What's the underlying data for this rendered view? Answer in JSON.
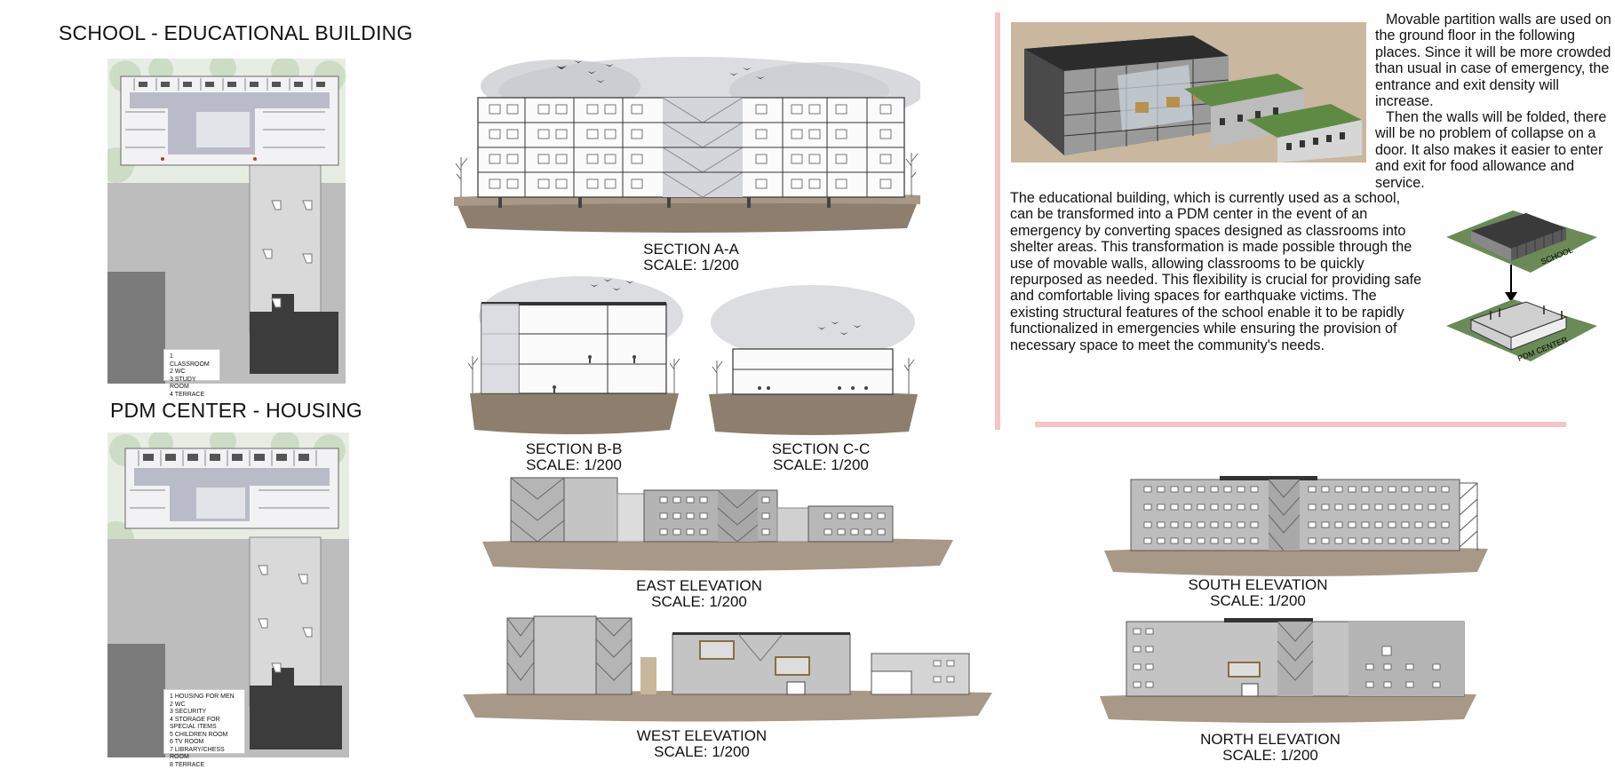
{
  "titles": {
    "school": "SCHOOL - EDUCATIONAL BUILDING",
    "pdm": "PDM CENTER - HOUSING"
  },
  "legends": {
    "school": [
      "1  CLASSROOM",
      "2  WC",
      "3  STUDY ROOM",
      "4  TERRACE"
    ],
    "pdm": [
      "1  HOUSING FOR MEN",
      "2  WC",
      "3  SECURITY",
      "4  STORAGE FOR SPECIAL ITEMS",
      "5  CHILDREN ROOM",
      "6  TV ROOM",
      "7  LIBRARY/CHESS ROOM",
      "8  TERRACE"
    ]
  },
  "sections": {
    "aa": {
      "name": "SECTION A-A",
      "scale": "SCALE: 1/200"
    },
    "bb": {
      "name": "SECTION B-B",
      "scale": "SCALE: 1/200"
    },
    "cc": {
      "name": "SECTION C-C",
      "scale": "SCALE: 1/200"
    }
  },
  "elevations": {
    "east": {
      "name": "EAST ELEVATION",
      "scale": "SCALE: 1/200"
    },
    "west": {
      "name": "WEST ELEVATION",
      "scale": "SCALE: 1/200"
    },
    "south": {
      "name": "SOUTH ELEVATION",
      "scale": "SCALE: 1/200"
    },
    "north": {
      "name": "NORTH ELEVATION",
      "scale": "SCALE: 1/200"
    }
  },
  "text": {
    "movable_1": "Movable partition walls are used on the ground floor in the following places. Since it will be more crowded than usual in case of emergency, the entrance and exit density will increase.",
    "movable_2": "Then the walls will be folded, there will be no problem of collapse on a door. It also makes it easier to enter and exit for food allowance and service.",
    "educational": "The educational building, which is currently used as a school, can be transformed into a PDM center in the event of an emergency by converting spaces designed as classrooms into shelter areas. This transformation is made possible through the use of movable walls, allowing classrooms to be quickly repurposed as needed. This flexibility is crucial for providing safe and comfortable living spaces for earthquake victims. The existing structural features of the school enable it to be rapidly functionalized in emergencies while ensuring the provision of necessary space to meet the community's needs."
  },
  "diagram_labels": {
    "top": "SCHOOL",
    "bottom": "PDM CENTER"
  },
  "colors": {
    "accent": "#f4c4c6",
    "grass": "#6b8a57",
    "ground": "#b8a894",
    "sky": "#c9cbd0"
  }
}
